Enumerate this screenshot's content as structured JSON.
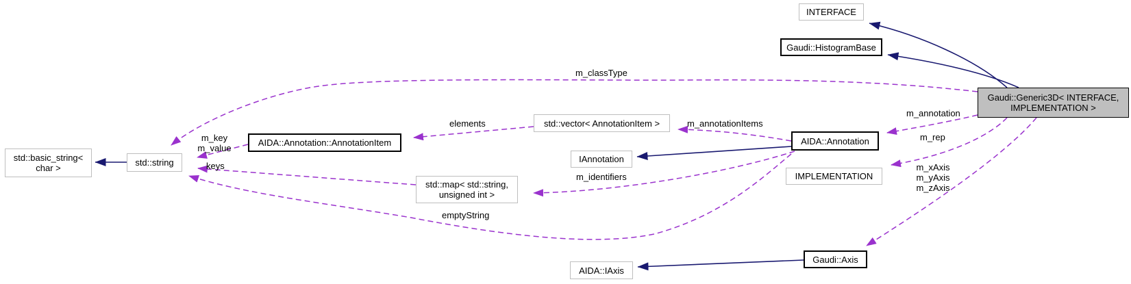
{
  "nodes": {
    "interface": {
      "label": "INTERFACE"
    },
    "histogram_base": {
      "label": "Gaudi::HistogramBase"
    },
    "generic3d": {
      "label": "Gaudi::Generic3D< INTERFACE,\nIMPLEMENTATION >"
    },
    "basic_string": {
      "label": "std::basic_string<\nchar >"
    },
    "std_string": {
      "label": "std::string"
    },
    "annotation_item": {
      "label": "AIDA::Annotation::AnnotationItem"
    },
    "vector_annotation_item": {
      "label": "std::vector< AnnotationItem >"
    },
    "iannotation": {
      "label": "IAnnotation"
    },
    "annotation": {
      "label": "AIDA::Annotation"
    },
    "implementation": {
      "label": "IMPLEMENTATION"
    },
    "std_map": {
      "label": "std::map< std::string,\nunsigned int >"
    },
    "iaxis": {
      "label": "AIDA::IAxis"
    },
    "gaudi_axis": {
      "label": "Gaudi::Axis"
    }
  },
  "edge_labels": {
    "m_classType": "m_classType",
    "elements": "elements",
    "m_annotationItems": "m_annotationItems",
    "m_annotation": "m_annotation",
    "m_rep": "m_rep",
    "m_axes": "m_xAxis\nm_yAxis\nm_zAxis",
    "m_key_value": "m_key\nm_value",
    "keys": "keys",
    "m_identifiers": "m_identifiers",
    "emptyString": "emptyString"
  },
  "colors": {
    "inheritance_edge": "#191970",
    "usage_edge": "#9a32cd",
    "node_fill": "#ffffff",
    "main_node_fill": "#bfbfbf",
    "documented_border": "#000000",
    "undocumented_border": "#bebebe"
  }
}
